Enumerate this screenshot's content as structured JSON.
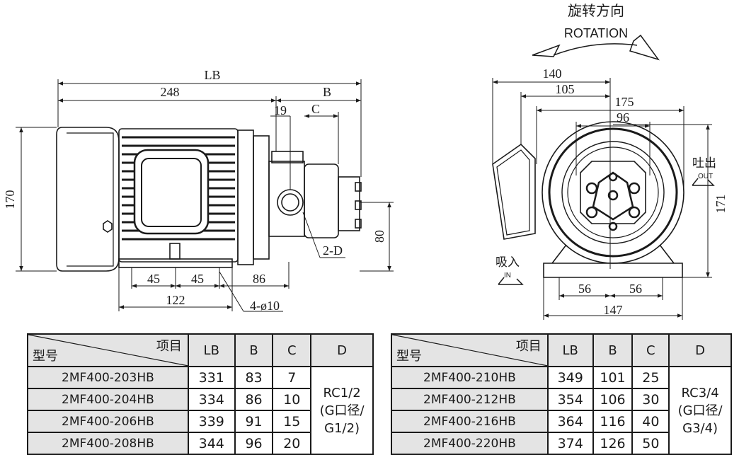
{
  "rotation": {
    "cn": "旋转方向",
    "en": "ROTATION"
  },
  "side_view": {
    "dims": {
      "lb": "LB",
      "d248": "248",
      "b": "B",
      "d19": "19",
      "c": "C",
      "d170": "170",
      "d80": "80",
      "two_d": "2-D",
      "d45a": "45",
      "d45b": "45",
      "d86": "86",
      "d122": "122",
      "four_hole": "4-ø10"
    }
  },
  "front_view": {
    "dims": {
      "d140": "140",
      "d105": "105",
      "d175": "175",
      "d96": "96",
      "d171": "171",
      "d56a": "56",
      "d56b": "56",
      "d147": "147"
    },
    "outlet": {
      "cn": "吐出",
      "en": "OUT"
    },
    "inlet": {
      "cn": "吸入",
      "en": "IN"
    }
  },
  "tables": [
    {
      "header": {
        "item": "项目",
        "model": "型号",
        "lb": "LB",
        "b": "B",
        "c": "C",
        "d": "D"
      },
      "rows": [
        {
          "model": "2MF400-203HB",
          "lb": "331",
          "b": "83",
          "c": "7"
        },
        {
          "model": "2MF400-204HB",
          "lb": "334",
          "b": "86",
          "c": "10"
        },
        {
          "model": "2MF400-206HB",
          "lb": "339",
          "b": "91",
          "c": "15"
        },
        {
          "model": "2MF400-208HB",
          "lb": "344",
          "b": "96",
          "c": "20"
        }
      ],
      "d_lines": [
        "RC1/2",
        "(G口径/",
        "G1/2)"
      ]
    },
    {
      "header": {
        "item": "项目",
        "model": "型号",
        "lb": "LB",
        "b": "B",
        "c": "C",
        "d": "D"
      },
      "rows": [
        {
          "model": "2MF400-210HB",
          "lb": "349",
          "b": "101",
          "c": "25"
        },
        {
          "model": "2MF400-212HB",
          "lb": "354",
          "b": "106",
          "c": "30"
        },
        {
          "model": "2MF400-216HB",
          "lb": "364",
          "b": "116",
          "c": "40"
        },
        {
          "model": "2MF400-220HB",
          "lb": "374",
          "b": "126",
          "c": "50"
        }
      ],
      "d_lines": [
        "RC3/4",
        "(G口径/",
        "G3/4)"
      ]
    }
  ]
}
